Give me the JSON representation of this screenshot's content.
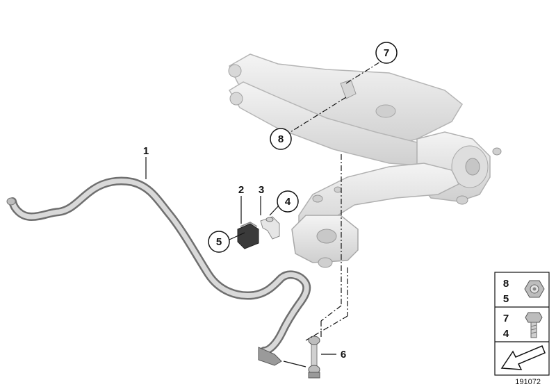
{
  "callouts": {
    "c1": "1",
    "c2": "2",
    "c3": "3",
    "c4": "4",
    "c5": "5",
    "c6": "6",
    "c7": "7",
    "c8": "8"
  },
  "legend": {
    "nut_top": "8",
    "nut_bottom": "5",
    "bolt_top": "7",
    "bolt_bottom": "4"
  },
  "diagram_number": "191072",
  "colors": {
    "part_fill": "#e9e9e9",
    "part_stroke": "#b8b8b8",
    "bushing_dark": "#3a3a3a",
    "line": "#111111"
  }
}
